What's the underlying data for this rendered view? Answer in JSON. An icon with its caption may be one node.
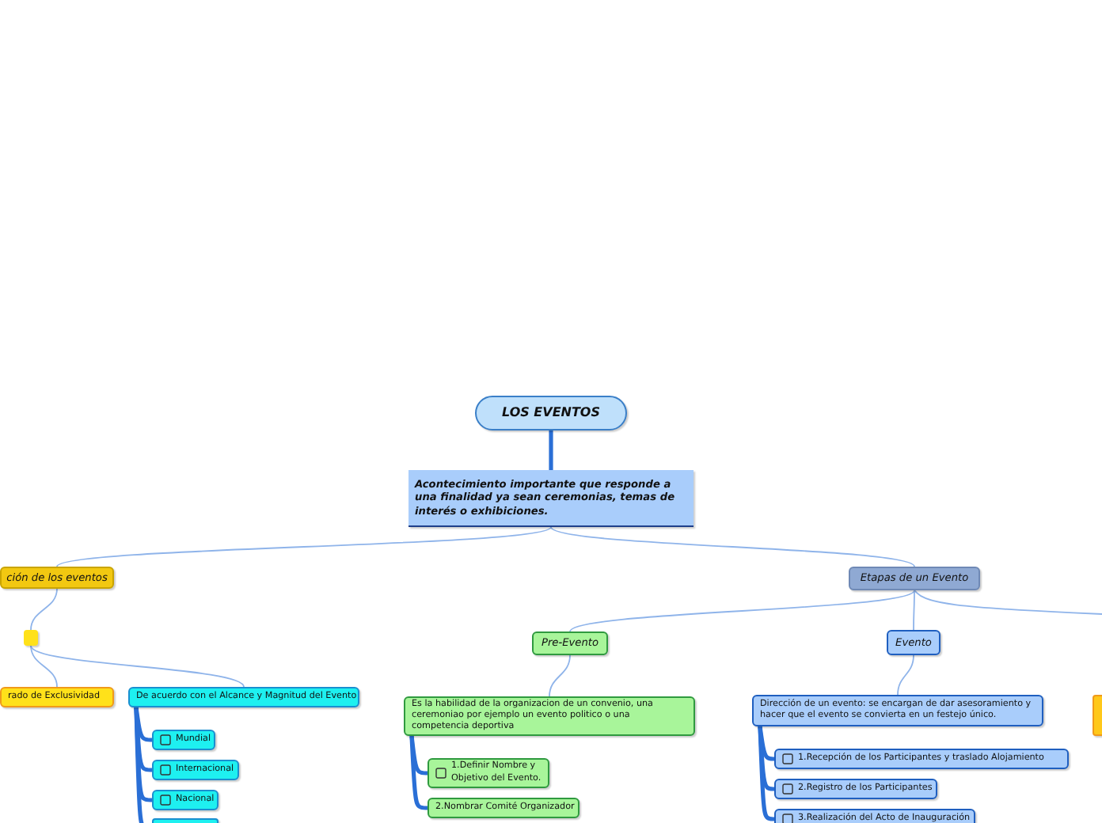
{
  "diagram": {
    "nodes": [
      {
        "text": [
          "LOS EVENTOS"
        ]
      },
      {
        "text": [
          "Acontecimiento importante que responde a una finalidad ya sean ceremonias, temas de interés o exhibiciones."
        ]
      },
      {
        "text": [
          "ción de los eventos"
        ]
      },
      {
        "text": [
          "Etapas  de un Evento"
        ]
      },
      {
        "text": [],
        "shape": "box"
      },
      {
        "text": [
          "rado de Exclusividad"
        ]
      },
      {
        "text": [
          "De acuerdo con el Alcance y Magnitud del Evento"
        ]
      },
      {
        "text": [
          "Mundial"
        ]
      },
      {
        "text": [
          "Internacional"
        ]
      },
      {
        "text": [
          "Nacional"
        ]
      },
      {
        "text": [],
        "shape": "box"
      },
      {
        "text": [
          "Pre-Evento"
        ]
      },
      {
        "text": [
          "Es la habilidad de la organizacion de un convenio, una ceremoniao por ejemplo un evento politico o una competencia deportiva"
        ]
      },
      {
        "text": [
          "1.Definir Nombre y Objetivo del Evento."
        ]
      },
      {
        "text": [
          "2.Nombrar Comité Organizador"
        ]
      },
      {
        "text": [
          "Evento"
        ]
      },
      {
        "text": [
          "Dirección de un evento: se encargan de dar asesoramiento y hacer que el evento se convierta en un festejo único."
        ]
      },
      {
        "text": [
          "1.Recepción  de los Participantes y traslado Alojamiento"
        ]
      },
      {
        "text": [
          "2.Registro de los Participantes"
        ]
      },
      {
        "text": [
          "3.Realización del Acto de Inauguración"
        ]
      },
      {
        "text": [],
        "shape": "box"
      }
    ],
    "edges": [
      {
        "from": 0,
        "to": 1,
        "arrow": "none",
        "style": "thick",
        "color": "#2a6fd6"
      },
      {
        "from": 1,
        "to": 2,
        "arrow": "none",
        "color": "#8fb4ea"
      },
      {
        "from": 1,
        "to": 3,
        "arrow": "none",
        "color": "#8fb4ea"
      },
      {
        "from": 2,
        "to": 4,
        "arrow": "none",
        "color": "#8fb4ea"
      },
      {
        "from": 4,
        "to": 5,
        "arrow": "none",
        "color": "#8fb4ea"
      },
      {
        "from": 4,
        "to": 6,
        "arrow": "none",
        "color": "#8fb4ea"
      },
      {
        "from": 6,
        "to": 7,
        "arrow": "none",
        "style": "thick",
        "color": "#2a6fd6"
      },
      {
        "from": 6,
        "to": 8,
        "arrow": "none",
        "style": "thick",
        "color": "#2a6fd6"
      },
      {
        "from": 6,
        "to": 9,
        "arrow": "none",
        "style": "thick",
        "color": "#2a6fd6"
      },
      {
        "from": 6,
        "to": 10,
        "arrow": "none",
        "style": "thick",
        "color": "#2a6fd6"
      },
      {
        "from": 3,
        "to": 11,
        "arrow": "none",
        "color": "#8fb4ea"
      },
      {
        "from": 3,
        "to": 15,
        "arrow": "none",
        "color": "#8fb4ea"
      },
      {
        "from": 3,
        "to": null,
        "arrow": "none",
        "color": "#8fb4ea"
      },
      {
        "from": 11,
        "to": 12,
        "arrow": "none",
        "color": "#8fb4ea"
      },
      {
        "from": 12,
        "to": 13,
        "arrow": "none",
        "style": "thick",
        "color": "#2a6fd6"
      },
      {
        "from": 12,
        "to": 14,
        "arrow": "none",
        "style": "thick",
        "color": "#2a6fd6"
      },
      {
        "from": 15,
        "to": 16,
        "arrow": "none",
        "color": "#8fb4ea"
      },
      {
        "from": 16,
        "to": 17,
        "arrow": "none",
        "style": "thick",
        "color": "#2a6fd6"
      },
      {
        "from": 16,
        "to": 18,
        "arrow": "none",
        "style": "thick",
        "color": "#2a6fd6"
      },
      {
        "from": 16,
        "to": 19,
        "arrow": "none",
        "style": "thick",
        "color": "#2a6fd6"
      }
    ]
  }
}
